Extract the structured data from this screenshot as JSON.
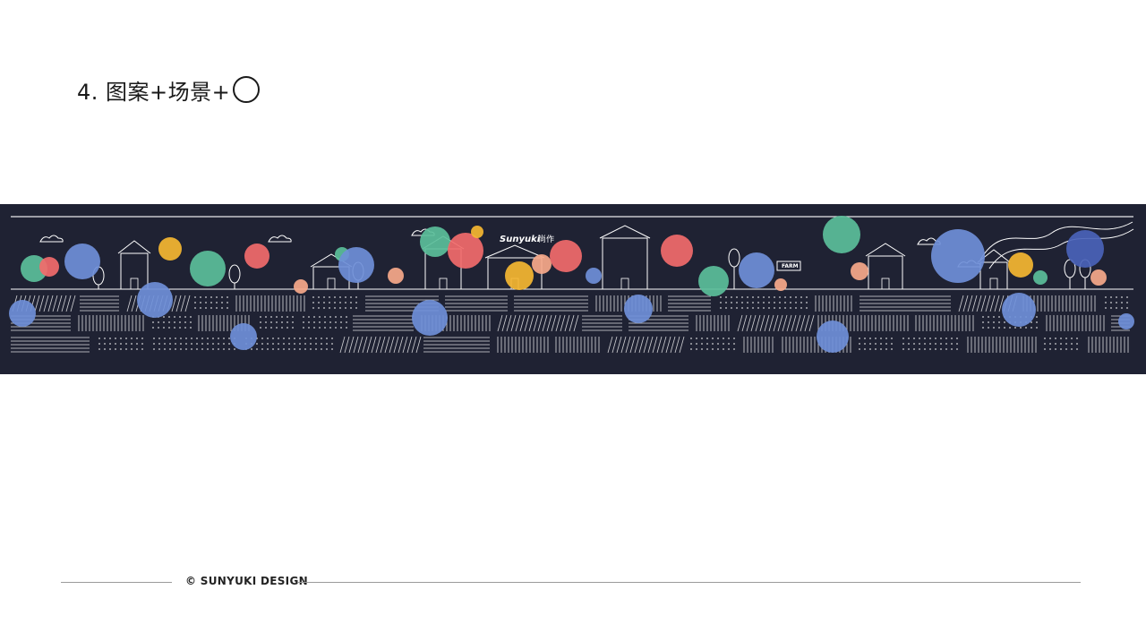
{
  "slide": {
    "heading_text": "4. 图案+场景+",
    "heading_shape": "circle-outline"
  },
  "banner": {
    "brand_logo_text": "Sunyuki",
    "brand_logo_cn": "尚作",
    "sign_text": "FARM",
    "background_color": "#1f2233",
    "line_color": "#ffffff",
    "dot_colors": [
      "#6f8fd8",
      "#f26b6b",
      "#5bbf9a",
      "#f5b731",
      "#f7a98a",
      "#4a63b8"
    ]
  },
  "footer": {
    "credit_text": "© SUNYUKI DESIGN"
  }
}
